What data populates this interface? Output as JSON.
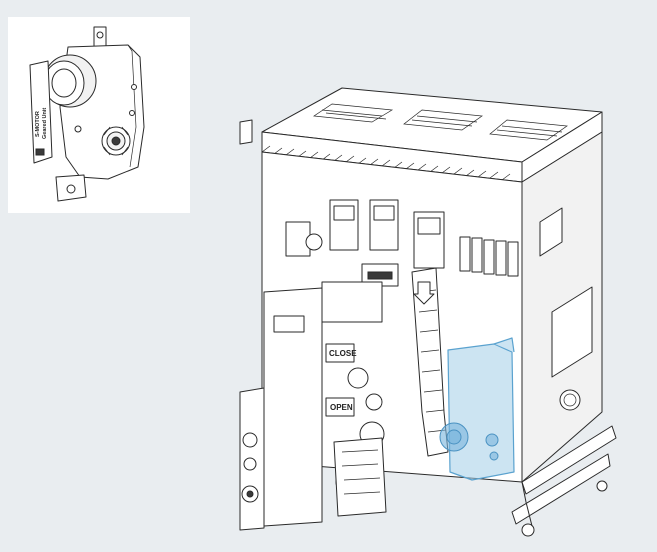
{
  "main_unit": {
    "close_label": "CLOSE",
    "open_label": "OPEN"
  },
  "inset_unit": {
    "side_label_1": "S-MOTOR",
    "side_label_2": "Geared Unit"
  },
  "colors": {
    "background": "#e9edf0",
    "inset_background": "#ffffff",
    "highlight_fill": "#a3cee8",
    "highlight_stroke": "#5aa2cf",
    "line": "#2a2a2a"
  }
}
